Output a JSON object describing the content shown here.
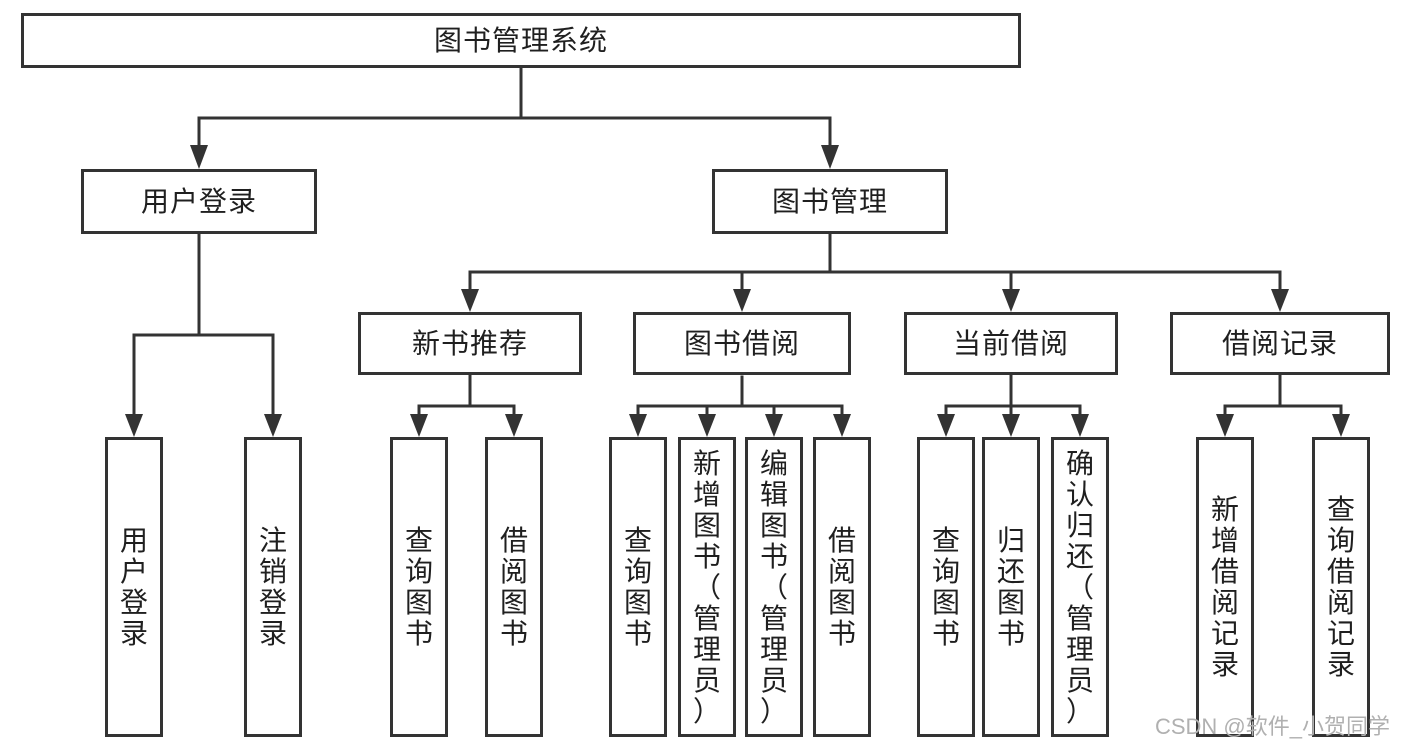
{
  "diagram": {
    "root": {
      "label": "图书管理系统"
    },
    "level2": [
      {
        "label": "用户登录"
      },
      {
        "label": "图书管理"
      }
    ],
    "level3": [
      {
        "label": "新书推荐"
      },
      {
        "label": "图书借阅"
      },
      {
        "label": "当前借阅"
      },
      {
        "label": "借阅记录"
      }
    ],
    "leaves": {
      "login": [
        {
          "label": "用户登录"
        },
        {
          "label": "注销登录"
        }
      ],
      "recommend": [
        {
          "label": "查询图书"
        },
        {
          "label": "借阅图书"
        }
      ],
      "borrow": [
        {
          "label": "查询图书"
        },
        {
          "label": "新增图书（管理员）"
        },
        {
          "label": "编辑图书（管理员）"
        },
        {
          "label": "借阅图书"
        }
      ],
      "current": [
        {
          "label": "查询图书"
        },
        {
          "label": "归还图书"
        },
        {
          "label": "确认归还（管理员）"
        }
      ],
      "records": [
        {
          "label": "新增借阅记录"
        },
        {
          "label": "查询借阅记录"
        }
      ]
    }
  },
  "watermark": {
    "text": "CSDN @软件_小贺同学"
  },
  "colors": {
    "line": "#333333",
    "box_border": "#333333",
    "text": "#1f1f1f",
    "watermark": "#b0b0b0",
    "background": "#ffffff"
  }
}
